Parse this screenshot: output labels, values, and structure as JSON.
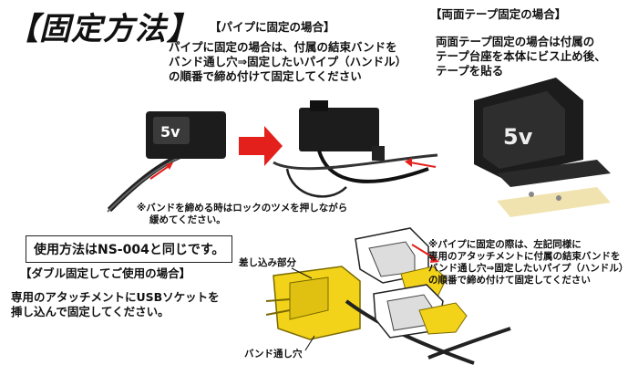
{
  "heading": "【固定方法】",
  "pipe_section": {
    "title": "【パイプに固定の場合】",
    "body": [
      "パイプに固定の場合は、付属の結束バンドを",
      "バンド通し穴⇒固定したいパイプ（ハンドル）",
      "の順番で締め付けて固定してください"
    ],
    "note": [
      "※バンドを締める時はロックのツメを押しながら",
      "緩めてください。"
    ]
  },
  "tape_section": {
    "title": "【両面テープ固定の場合】",
    "body": [
      "両面テープ固定の場合は付属の",
      "テープ台座を本体にビス止め後、",
      "テープを貼る"
    ]
  },
  "usage_box": "使用方法はNS-004と同じです。",
  "double_section": {
    "title": "【ダブル固定してご使用の場合】",
    "body": [
      "専用のアタッチメントにUSBソケットを",
      "挿し込んで固定してください。"
    ],
    "label_insert": "差し込み部分",
    "label_band": "バンド通し穴"
  },
  "double_note": [
    "※パイプに固定の際は、左記同様に",
    "専用のアタッチメントに付属の結束バンドを",
    "バンド通し穴⇒固定したいパイプ（ハンドル）",
    "の順番で締め付けて固定してください"
  ],
  "device_label": "5v",
  "colors": {
    "arrow_red": "#e3201b",
    "attachment_yellow": "#f2d31a",
    "device_black": "#1c1c1c",
    "pad_tan": "#f0e3b0"
  }
}
